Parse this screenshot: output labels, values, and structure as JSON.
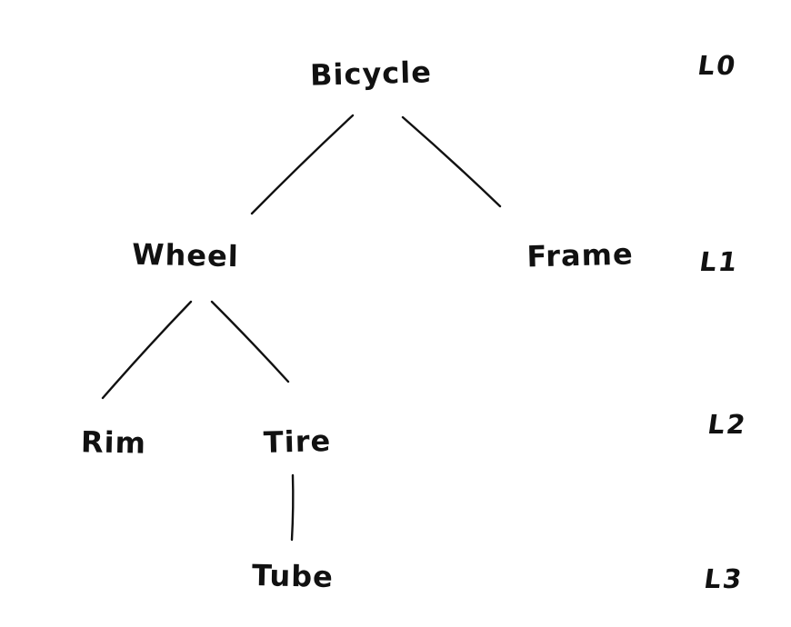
{
  "theme": {
    "ink_color": "#111111",
    "background_color": "#ffffff",
    "style": "hand-drawn"
  },
  "diagram": {
    "type": "tree",
    "nodes": [
      {
        "id": "bicycle",
        "label": "Bicycle",
        "level": 0,
        "parent": null
      },
      {
        "id": "wheel",
        "label": "Wheel",
        "level": 1,
        "parent": "bicycle"
      },
      {
        "id": "frame",
        "label": "Frame",
        "level": 1,
        "parent": "bicycle"
      },
      {
        "id": "rim",
        "label": "Rim",
        "level": 2,
        "parent": "wheel"
      },
      {
        "id": "tire",
        "label": "Tire",
        "level": 2,
        "parent": "wheel"
      },
      {
        "id": "tube",
        "label": "Tube",
        "level": 3,
        "parent": "tire"
      }
    ],
    "edges": [
      {
        "from": "bicycle",
        "to": "wheel"
      },
      {
        "from": "bicycle",
        "to": "frame"
      },
      {
        "from": "wheel",
        "to": "rim"
      },
      {
        "from": "wheel",
        "to": "tire"
      },
      {
        "from": "tire",
        "to": "tube"
      }
    ],
    "level_labels": [
      {
        "label": "L0"
      },
      {
        "label": "L1"
      },
      {
        "label": "L2"
      },
      {
        "label": "L3"
      }
    ]
  }
}
